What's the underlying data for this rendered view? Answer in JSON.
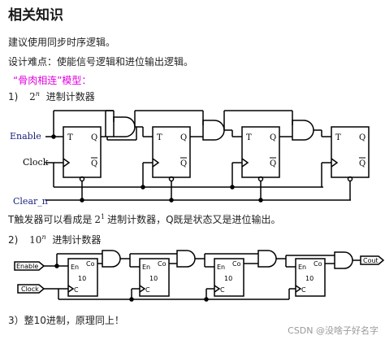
{
  "heading": "相关知识",
  "intro": "建议使用同步时序逻辑。",
  "difficulty": "设计难点：使能信号逻辑和进位输出逻辑。",
  "model_label": "“骨肉相连”模型：",
  "sec1": {
    "num": "1)",
    "base": "2",
    "exp": "n",
    "text": "进制计数器"
  },
  "diagram1": {
    "inputs": [
      "Enable",
      "Clock",
      "Clear_n"
    ],
    "ff_t": "T",
    "ff_q": "Q",
    "ff_qbar": "Q"
  },
  "t_note": {
    "pre": "T触发器可以看成是",
    "base": "2",
    "exp": "1",
    "post": "进制计数器，Q既是状态又是进位输出。"
  },
  "sec2": {
    "num": "2)",
    "base": "10",
    "exp": "n",
    "text": "进制计数器"
  },
  "diagram2": {
    "inputs": [
      "Enable",
      "Clock"
    ],
    "output": "Cout",
    "box_co": "Co",
    "box_num": "10",
    "box_en": "En",
    "box_c": "C"
  },
  "sec3": "3）整10进制，原理同上！",
  "watermark": "CSDN @没啥子好名字"
}
